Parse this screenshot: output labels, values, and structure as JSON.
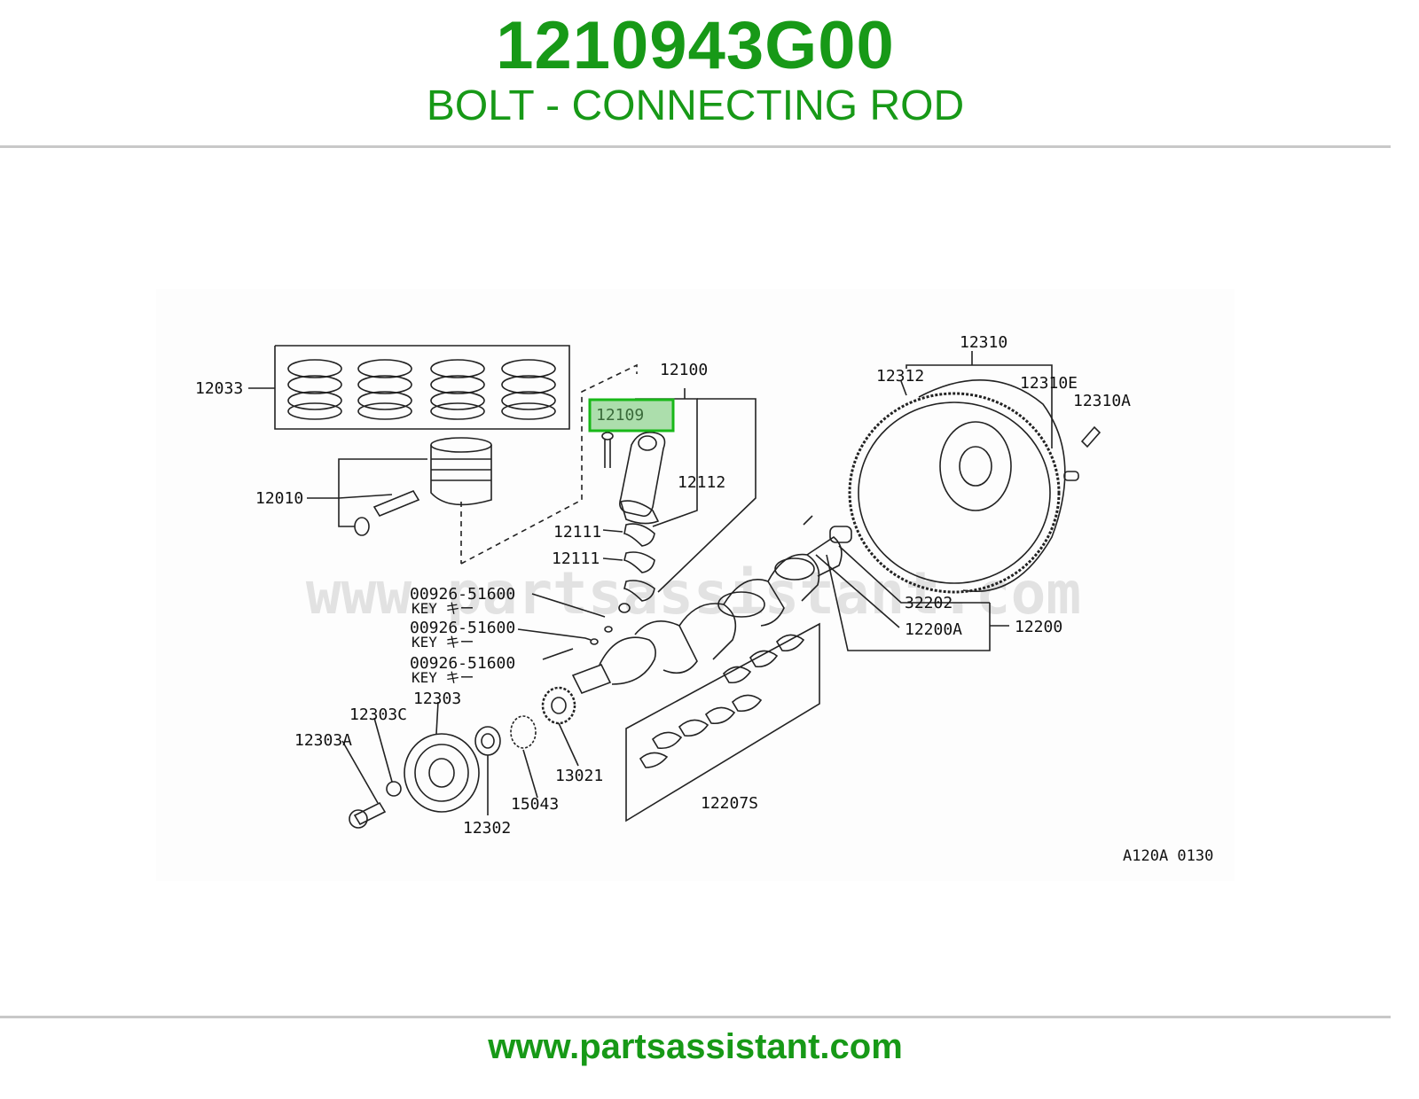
{
  "header": {
    "part_number": "1210943G00",
    "part_name": "BOLT - CONNECTING ROD"
  },
  "footer": {
    "url": "www.partsassistant.com"
  },
  "colors": {
    "brand": "#179917",
    "highlight_fill": "#9ed89e",
    "highlight_stroke": "#18b818",
    "line": "#222222"
  },
  "diagram": {
    "watermark": "www.partsassistant.com",
    "figure_code": "A120A 0130",
    "highlighted_part": "12109",
    "labels": {
      "p12033": "12033",
      "p12010": "12010",
      "p12100": "12100",
      "p12109": "12109",
      "p12112": "12112",
      "p12111a": "12111",
      "p12111b": "12111",
      "key1": "00926-51600",
      "key1b": "KEY キー",
      "key2": "00926-51600",
      "key2b": "KEY キー",
      "key3": "00926-51600",
      "key3b": "KEY キー",
      "p12310": "12310",
      "p12312": "12312",
      "p12310E": "12310E",
      "p12310A": "12310A",
      "p32202": "32202",
      "p12200A": "12200A",
      "p12200": "12200",
      "p12303": "12303",
      "p12303C": "12303C",
      "p12303A": "12303A",
      "p12302": "12302",
      "p15043": "15043",
      "p13021": "13021",
      "p12207S": "12207S"
    }
  }
}
